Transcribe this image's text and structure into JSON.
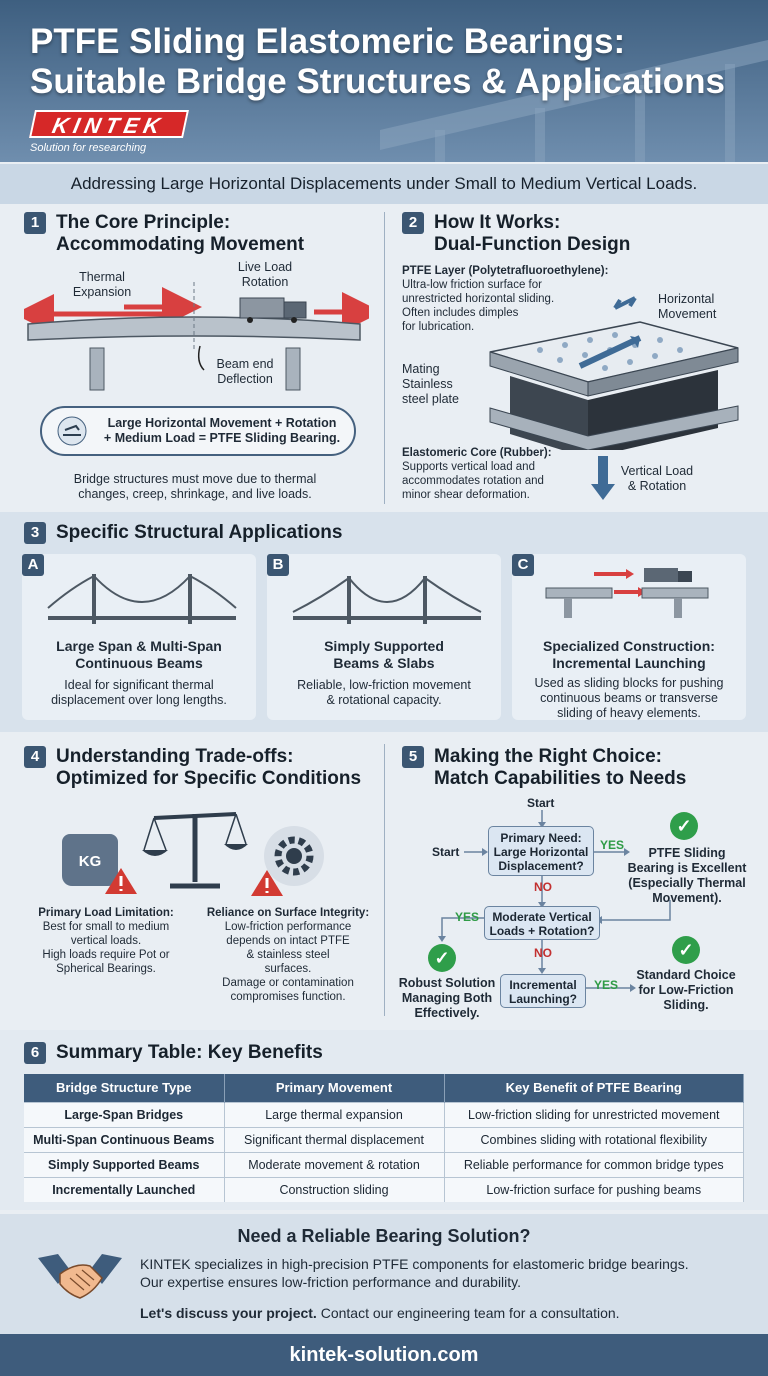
{
  "header": {
    "title_line1": "PTFE Sliding Elastomeric Bearings:",
    "title_line2": "Suitable Bridge Structures & Applications",
    "logo": "KINTEK",
    "tagline": "Solution for researching"
  },
  "subtitle": "Addressing Large Horizontal Displacements under Small to Medium Vertical Loads.",
  "section1": {
    "num": "1",
    "title_line1": "The Core Principle:",
    "title_line2": "Accommodating Movement",
    "label_thermal": [
      "Thermal",
      "Expansion"
    ],
    "label_live": [
      "Live Load",
      "Rotation"
    ],
    "label_beam": [
      "Beam end",
      "Deflection"
    ],
    "callout_line1": "Large Horizontal Movement + Rotation",
    "callout_line2": "+ Medium Load = PTFE Sliding Bearing.",
    "footnote_line1": "Bridge structures must move due to thermal",
    "footnote_line2": "changes, creep, shrinkage, and live loads."
  },
  "section2": {
    "num": "2",
    "title_line1": "How It Works:",
    "title_line2": "Dual-Function Design",
    "ptfe_heading": "PTFE Layer (Polytetrafluoroethylene):",
    "ptfe_text": [
      "Ultra-low friction surface for",
      "unrestricted horizontal sliding.",
      "Often includes dimples",
      "for lubrication."
    ],
    "horizontal": [
      "Horizontal",
      "Movement"
    ],
    "mating": [
      "Mating",
      "Stainless",
      "steel plate"
    ],
    "core_heading": "Elastomeric Core (Rubber):",
    "core_text": [
      "Supports vertical load and",
      "accommodates rotation and",
      "minor shear deformation."
    ],
    "vertical": [
      "Vertical Load",
      "& Rotation"
    ]
  },
  "section3": {
    "num": "3",
    "title": "Specific Structural Applications",
    "cards": [
      {
        "letter": "A",
        "title": [
          "Large Span & Multi-Span",
          "Continuous Beams"
        ],
        "text": [
          "Ideal for significant thermal",
          "displacement over long lengths."
        ]
      },
      {
        "letter": "B",
        "title": [
          "Simply Supported",
          "Beams & Slabs"
        ],
        "text": [
          "Reliable, low-friction movement",
          "& rotational capacity."
        ]
      },
      {
        "letter": "C",
        "title": [
          "Specialized Construction:",
          "Incremental Launching"
        ],
        "text": [
          "Used as sliding blocks for pushing",
          "continuous beams or transverse",
          "sliding of heavy elements."
        ]
      }
    ]
  },
  "section4": {
    "num": "4",
    "title_line1": "Understanding Trade-offs:",
    "title_line2": "Optimized for Specific Conditions",
    "kg": "KG",
    "left_heading": "Primary Load Limitation:",
    "left_text": [
      "Best for small to medium",
      "vertical loads.",
      "High loads require Pot or",
      "Spherical Bearings."
    ],
    "right_heading": "Reliance on Surface Integrity:",
    "right_text": [
      "Low-friction performance",
      "depends on intact PTFE",
      "& stainless steel",
      "surfaces.",
      "Damage or contamination",
      "compromises function."
    ]
  },
  "section5": {
    "num": "5",
    "title_line1": "Making the Right Choice:",
    "title_line2": "Match Capabilities to Needs",
    "start": "Start",
    "start_left": "Start",
    "q1": [
      "Primary Need:",
      "Large Horizontal",
      "Displacement?"
    ],
    "yes": "YES",
    "no": "NO",
    "result1": [
      "PTFE Sliding",
      "Bearing is Excellent",
      "(Especially Thermal",
      "Movement)."
    ],
    "q2": [
      "Moderate Vertical",
      "Loads + Rotation?"
    ],
    "result2": [
      "Robust Solution",
      "Managing Both",
      "Effectively."
    ],
    "q3": [
      "Incremental",
      "Launching?"
    ],
    "result3": [
      "Standard Choice",
      "for Low-Friction",
      "Sliding."
    ],
    "check": "✓"
  },
  "section6": {
    "num": "6",
    "title": "Summary Table: Key Benefits",
    "headers": [
      "Bridge Structure Type",
      "Primary Movement",
      "Key Benefit of PTFE Bearing"
    ],
    "rows": [
      [
        "Large-Span Bridges",
        "Large thermal expansion",
        "Low-friction sliding for unrestricted movement"
      ],
      [
        "Multi-Span Continuous Beams",
        "Significant thermal displacement",
        "Combines sliding with rotational flexibility"
      ],
      [
        "Simply Supported Beams",
        "Moderate movement & rotation",
        "Reliable performance for common bridge types"
      ],
      [
        "Incrementally Launched",
        "Construction sliding",
        "Low-friction surface for pushing beams"
      ]
    ]
  },
  "cta": {
    "title": "Need a Reliable Bearing Solution?",
    "line1": "KINTEK specializes in high-precision PTFE components for elastomeric bridge bearings.",
    "line2": "Our expertise ensures low-friction performance and durability.",
    "line3_bold": "Let's discuss your project.",
    "line3_rest": " Contact our engineering team for a consultation."
  },
  "footer": "kintek-solution.com",
  "colors": {
    "brand_red": "#d62828",
    "navy": "#3e5c7c",
    "check_green": "#2f9e4a",
    "warn_red": "#d23a32"
  }
}
